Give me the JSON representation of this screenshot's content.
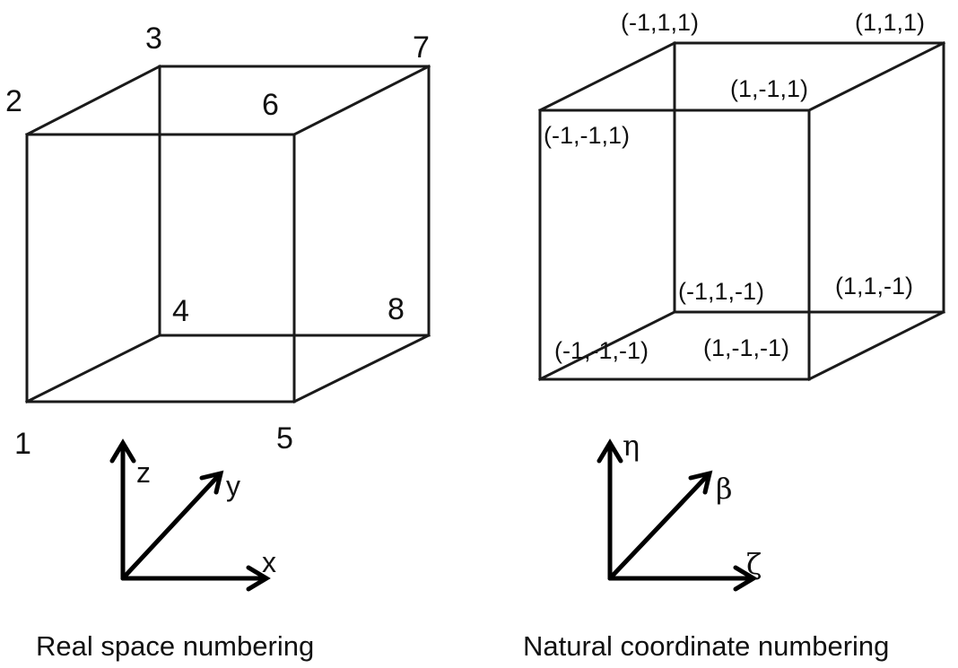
{
  "real_space": {
    "caption": "Real space numbering",
    "nodes": [
      "1",
      "2",
      "3",
      "4",
      "5",
      "6",
      "7",
      "8"
    ],
    "axes": {
      "z": "z",
      "y": "y",
      "x": "x"
    }
  },
  "natural": {
    "caption": "Natural coordinate numbering",
    "nodes": {
      "top_back_left": "(-1,1,1)",
      "top_back_right": "(1,1,1)",
      "top_front_right": "(1,-1,1)",
      "top_front_left": "(-1,-1,1)",
      "bottom_back_left": "(-1,1,-1)",
      "bottom_back_right": "(1,1,-1)",
      "bottom_front_left": "(-1,-1,-1)",
      "bottom_front_right": "(1,-1,-1)"
    },
    "axes": {
      "eta": "η",
      "beta": "β",
      "zeta": "ζ"
    }
  }
}
